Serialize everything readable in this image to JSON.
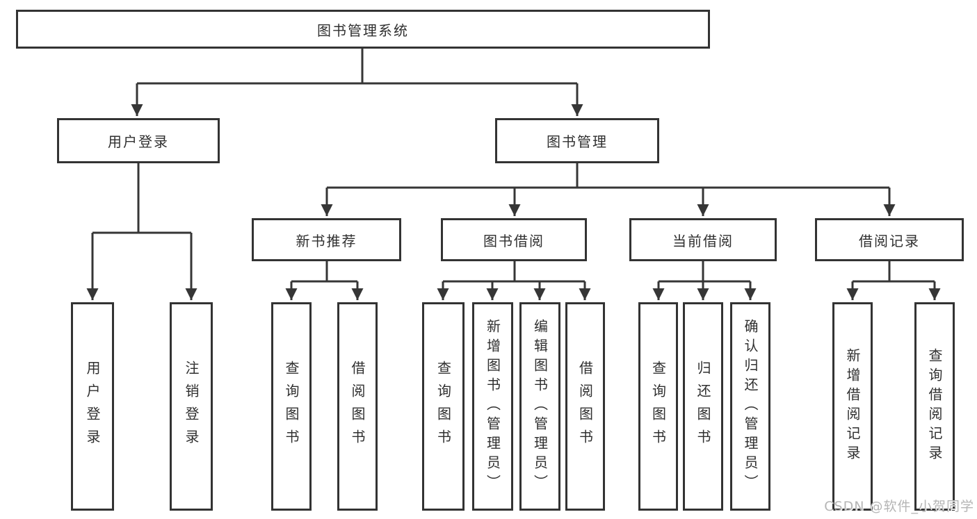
{
  "diagram": {
    "root": {
      "label": "图书管理系统"
    },
    "level2": [
      {
        "label": "用户登录"
      },
      {
        "label": "图书管理"
      }
    ],
    "level3": [
      {
        "label": "新书推荐"
      },
      {
        "label": "图书借阅"
      },
      {
        "label": "当前借阅"
      },
      {
        "label": "借阅记录"
      }
    ],
    "leaves": {
      "user_login": [
        "用户登录",
        "注销登录"
      ],
      "new_books": [
        "查询图书",
        "借阅图书"
      ],
      "book_borrowing": [
        "查询图书",
        "新增图书（管理员）",
        "编辑图书（管理员）",
        "借阅图书"
      ],
      "current_borrowing": [
        "查询图书",
        "归还图书",
        "确认归还（管理员）"
      ],
      "borrow_records": [
        "新增借阅记录",
        "查询借阅记录"
      ]
    }
  },
  "watermark": "CSDN @软件_小贺同学",
  "colors": {
    "line": "#363636",
    "box_border": "#333333",
    "background": "#ffffff",
    "watermark": "#b5b5b5"
  }
}
